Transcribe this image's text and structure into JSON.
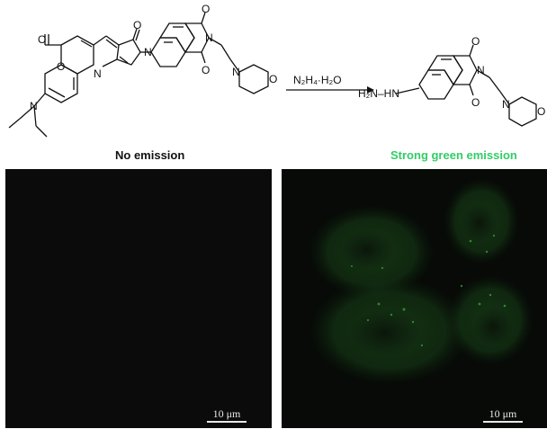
{
  "scheme": {
    "reagent": "N₂H₄·H₂O",
    "product_amine": "H₂N–HN"
  },
  "labels": {
    "left": "No emission",
    "right": "Strong green emission"
  },
  "scalebars": {
    "left": "10 μm",
    "right": "10 μm"
  },
  "colors": {
    "emission_label": "#33cc66",
    "fluorescence": "#2e8a2e",
    "background": "#ffffff"
  }
}
